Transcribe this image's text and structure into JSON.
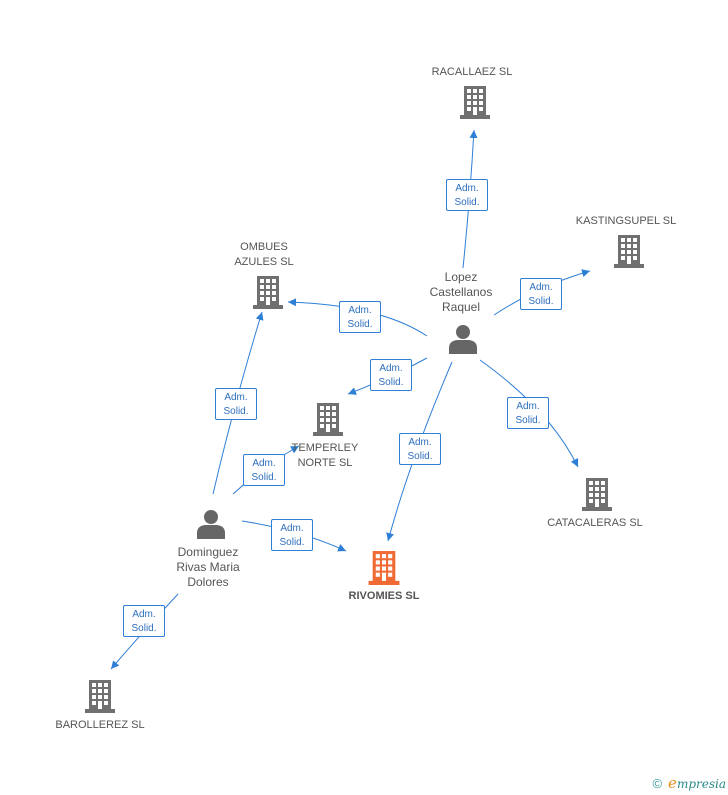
{
  "colors": {
    "edge": "#2e7fd6",
    "building": "#707070",
    "focus_building": "#f06a35",
    "person": "#666666"
  },
  "companies": [
    {
      "id": "racallaez",
      "name": "RACALLAEZ SL",
      "focus": false
    },
    {
      "id": "kastingsupel",
      "name": "KASTINGSUPEL SL",
      "focus": false
    },
    {
      "id": "ombues",
      "name": "OMBUES AZULES SL",
      "line1": "OMBUES",
      "line2": "AZULES SL",
      "focus": false
    },
    {
      "id": "temperley",
      "name": "TEMPERLEY NORTE SL",
      "line1": "TEMPERLEY",
      "line2": "NORTE SL",
      "focus": false
    },
    {
      "id": "catacaleras",
      "name": "CATACALERAS SL",
      "focus": false
    },
    {
      "id": "rivomies",
      "name": "RIVOMIES SL",
      "focus": true
    },
    {
      "id": "barollerez",
      "name": "BAROLLEREZ SL",
      "focus": false
    }
  ],
  "persons": [
    {
      "id": "lopez",
      "line1": "Lopez",
      "line2": "Castellanos",
      "line3": "Raquel"
    },
    {
      "id": "dominguez",
      "line1": "Dominguez",
      "line2": "Rivas Maria",
      "line3": "Dolores"
    }
  ],
  "relation": {
    "line1": "Adm.",
    "line2": "Solid."
  },
  "footer": {
    "copyright": "©",
    "brand_e": "e",
    "brand_rest": "mpresia"
  }
}
